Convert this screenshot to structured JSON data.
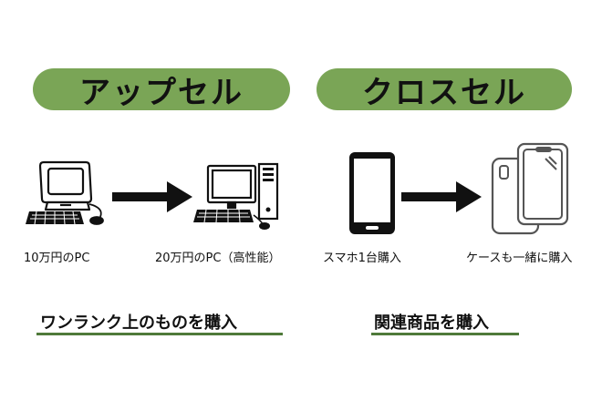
{
  "colors": {
    "pill": "#7aa556",
    "underline": "#4f7a3a",
    "ink": "#111111"
  },
  "upsell": {
    "title": "アップセル",
    "before_caption": "10万円のPC",
    "after_caption": "20万円のPC（高性能）",
    "summary": "ワンランク上のものを購入"
  },
  "crosssell": {
    "title": "クロスセル",
    "before_caption": "スマホ1台購入",
    "after_caption": "ケースも一緒に購入",
    "summary": "関連商品を購入"
  },
  "icons": {
    "old_pc": "retro-desktop-computer-icon",
    "new_pc": "tower-desktop-computer-icon",
    "phone": "smartphone-icon",
    "phone_case": "phone-with-case-icon",
    "arrow": "right-arrow-icon"
  }
}
